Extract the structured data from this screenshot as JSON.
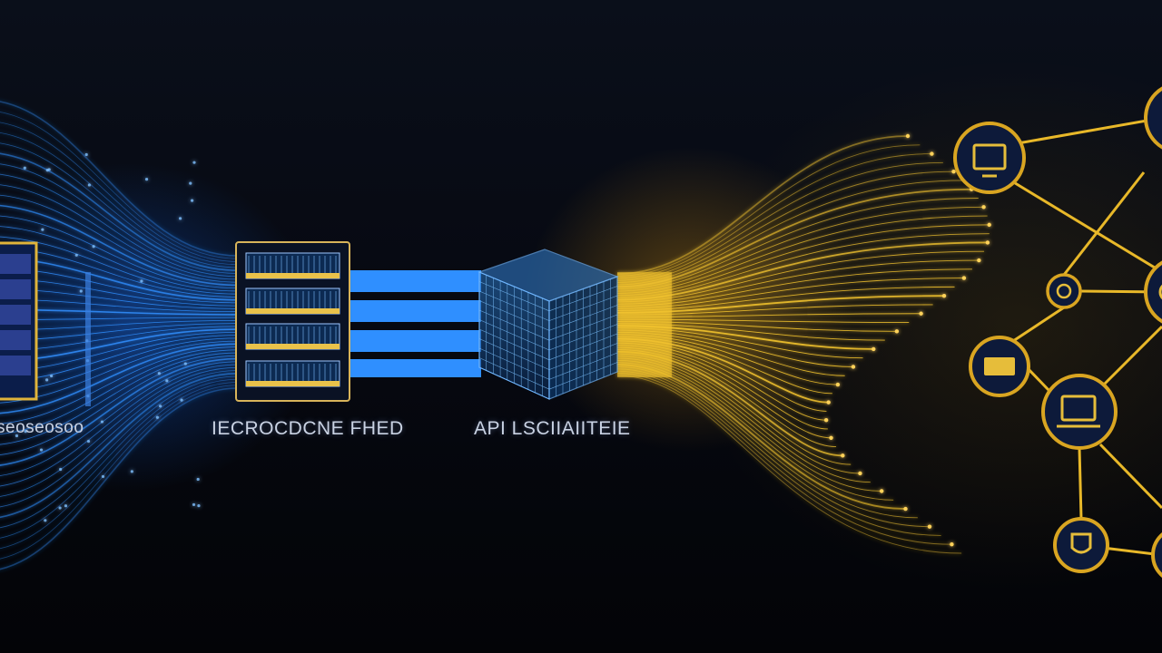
{
  "labels": {
    "source": "seoseosoo",
    "stack": "IECROCDCNE FHED",
    "cube": "API LSCIIAIITEIE"
  },
  "colors": {
    "blue": "#2f8fff",
    "blue_glow": "#1f7bff",
    "gold": "#f2c32e",
    "gold_ring": "#d9a521",
    "node_fill": "#0d1a3a"
  },
  "icons": [
    "monitor-icon",
    "gear-icon",
    "folder-icon",
    "laptop-icon",
    "shield-icon",
    "globe-icon"
  ]
}
